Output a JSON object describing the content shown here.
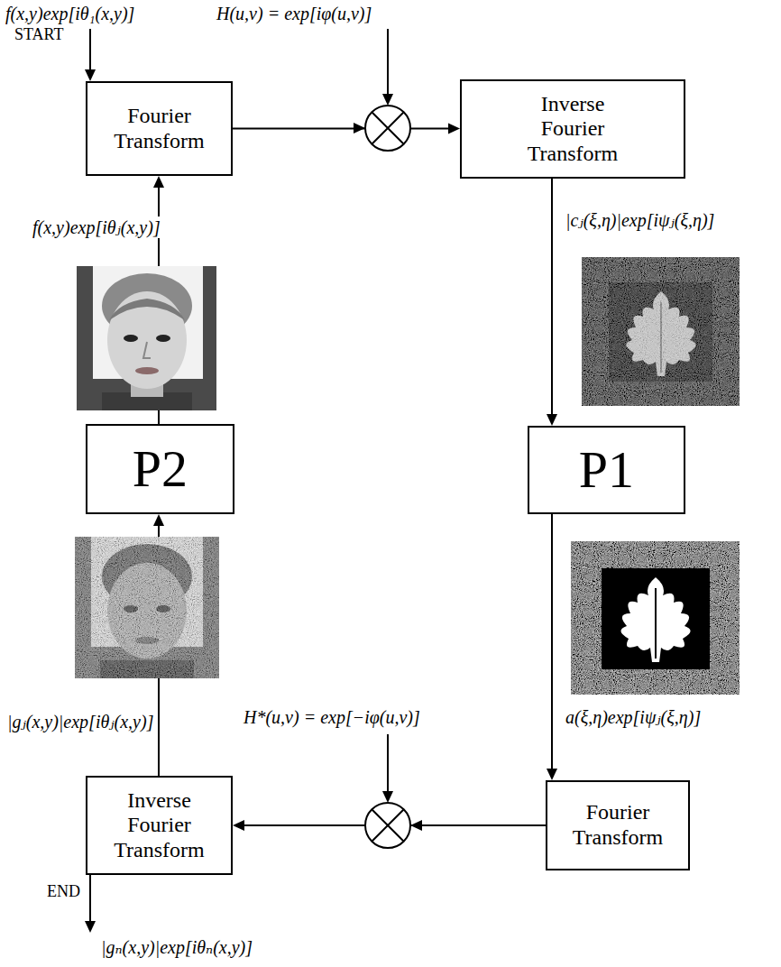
{
  "diagram": {
    "nodes": [
      {
        "text": [
          "Fourier Transform"
        ]
      },
      {
        "text": [
          "Inverse Fourier Transform"
        ]
      },
      {
        "text": [
          "P1"
        ]
      },
      {
        "text": [
          "Fourier Transform"
        ]
      },
      {
        "text": [
          "Inverse Fourier Transform"
        ]
      },
      {
        "text": [
          "P2"
        ]
      }
    ],
    "edges": [
      {
        "from": 0,
        "to": 1,
        "arrow": "to"
      },
      {
        "from": 1,
        "to": 2,
        "arrow": "to"
      },
      {
        "from": 2,
        "to": 3,
        "arrow": "to"
      },
      {
        "from": 3,
        "to": 4,
        "arrow": "to"
      },
      {
        "from": 4,
        "to": 5,
        "arrow": "to"
      },
      {
        "from": 5,
        "to": 0,
        "arrow": "to"
      }
    ],
    "labels": [
      "f(x,y)exp[iθ₁(x,y)]",
      "START",
      "H(u,v) = exp[iφ(u,v)]",
      "|cⱼ(ξ,η)|exp[iψⱼ(ξ,η)]",
      "a(ξ,η)exp[iψⱼ(ξ,η)]",
      "H*(u,v) = exp[−iφ(u,v)]",
      "|gⱼ(x,y)|exp[iθⱼ(x,y)]",
      "f(x,y)exp[iθⱼ(x,y)]",
      "END",
      "|gₙ(x,y)|exp[iθₙ(x,y)]"
    ]
  }
}
